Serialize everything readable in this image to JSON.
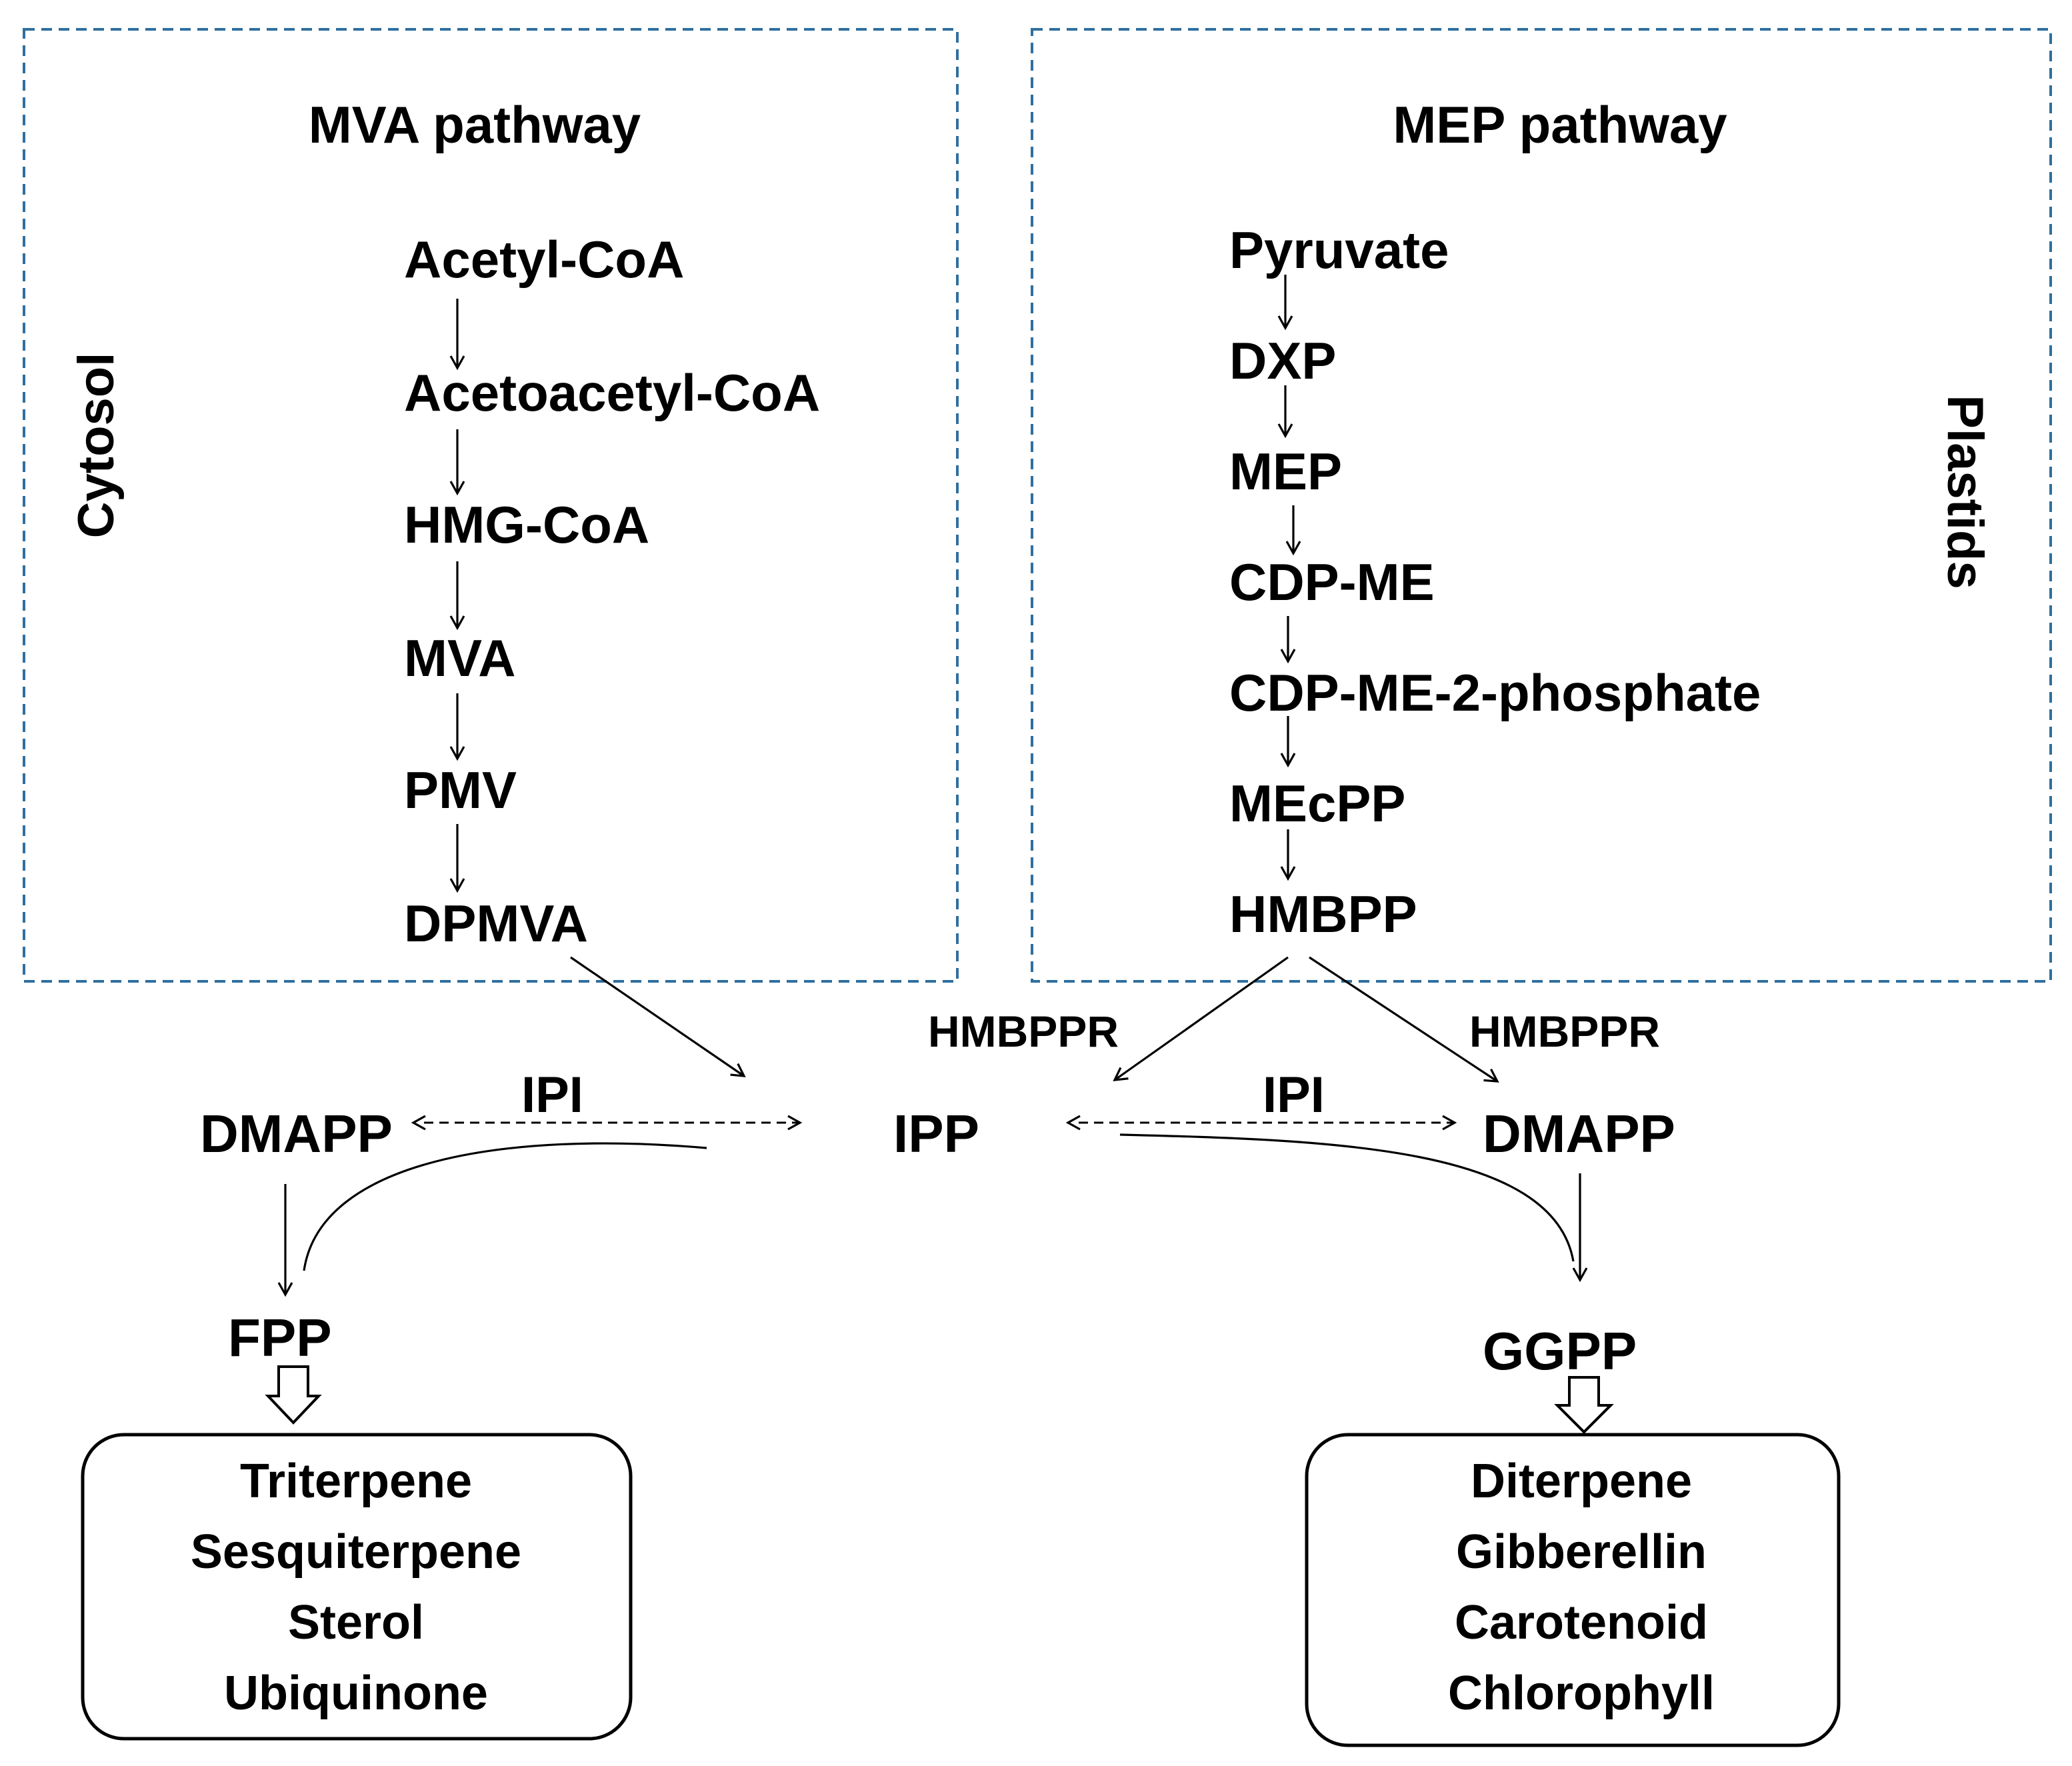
{
  "mva": {
    "title": "MVA pathway",
    "compartment": "Cytosol",
    "steps": [
      "Acetyl-CoA",
      "Acetoacetyl-CoA",
      "HMG-CoA",
      "MVA",
      "PMV",
      "DPMVA"
    ]
  },
  "mep": {
    "title": "MEP pathway",
    "compartment": "Plastids",
    "steps": [
      "Pyruvate",
      "DXP",
      "MEP",
      "CDP-ME",
      "CDP-ME-2-phosphate",
      "MEcPP",
      "HMBPP"
    ]
  },
  "center": {
    "ipp": "IPP",
    "dmapp_left": "DMAPP",
    "dmapp_right": "DMAPP",
    "ipi_left": "IPI",
    "ipi_right": "IPI",
    "hmbppr_left": "HMBPPR",
    "hmbppr_right": "HMBPPR",
    "fpp": "FPP",
    "ggpp": "GGPP"
  },
  "products_left": [
    "Triterpene",
    "Sesquiterpene",
    "Sterol",
    "Ubiquinone"
  ],
  "products_right": [
    "Diterpene",
    "Gibberellin",
    "Carotenoid",
    "Chlorophyll"
  ],
  "colors": {
    "compartment_border": "#2f6f9f",
    "text": "#000000"
  }
}
